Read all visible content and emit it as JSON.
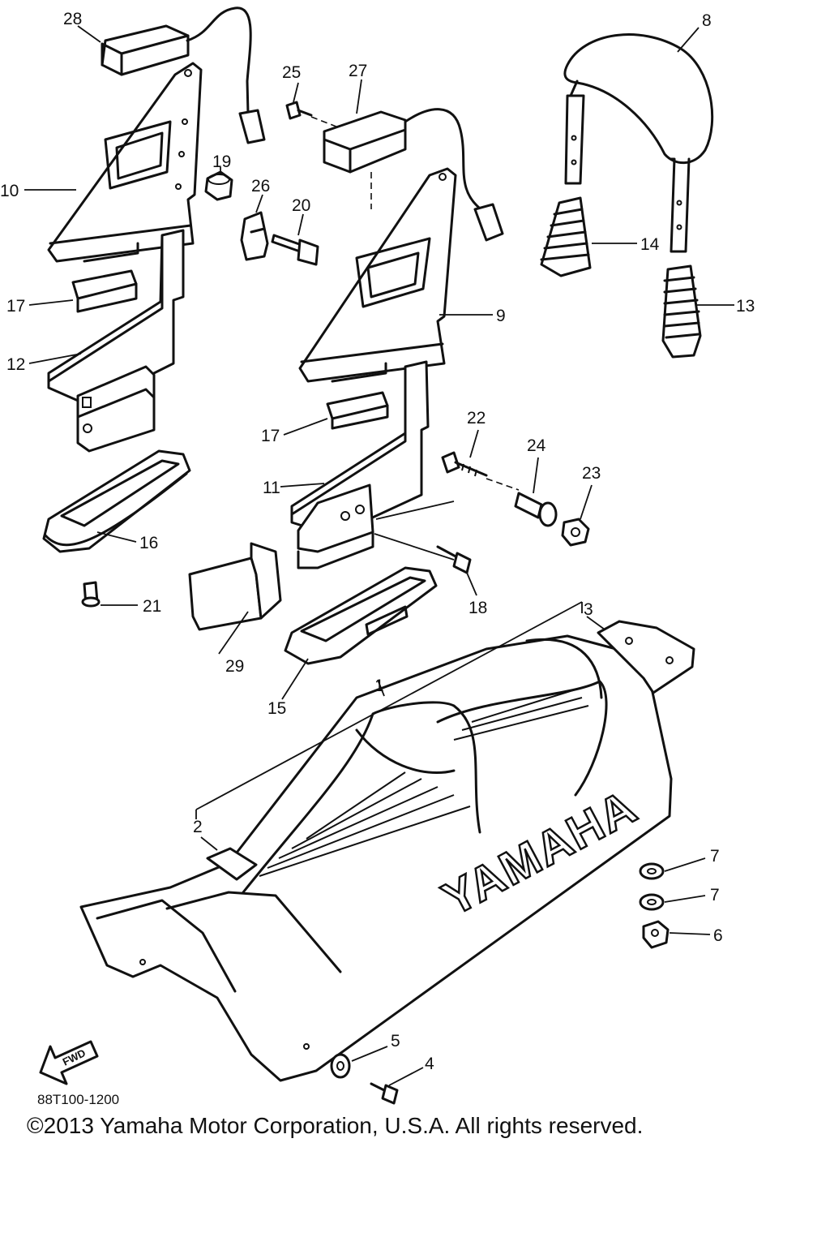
{
  "diagram": {
    "callouts": {
      "c1": "1",
      "c2": "2",
      "c3": "3",
      "c4": "4",
      "c5": "5",
      "c6": "6",
      "c7a": "7",
      "c7b": "7",
      "c8": "8",
      "c9": "9",
      "c10": "10",
      "c11": "11",
      "c12": "12",
      "c13": "13",
      "c14": "14",
      "c15": "15",
      "c16": "16",
      "c17a": "17",
      "c17b": "17",
      "c18": "18",
      "c19": "19",
      "c20": "20",
      "c21": "21",
      "c22": "22",
      "c23": "23",
      "c24": "24",
      "c25": "25",
      "c26": "26",
      "c27": "27",
      "c28": "28",
      "c29": "29"
    },
    "seat_brand": "YAMAHA",
    "fwd_label": "FWD"
  },
  "footer": {
    "part_code": "88T100-1200",
    "copyright": "©2013 Yamaha Motor Corporation, U.S.A. All rights reserved."
  }
}
